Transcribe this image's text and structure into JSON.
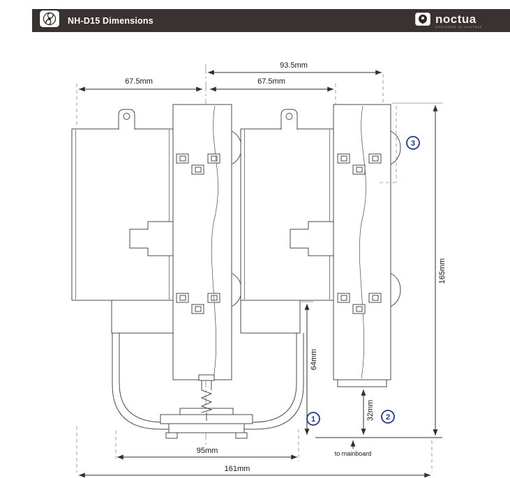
{
  "header": {
    "title": "NH-D15 Dimensions",
    "brand": {
      "name": "noctua",
      "tagline": "designed in austria"
    },
    "colors": {
      "bar": "#3a3230",
      "logo_text": "#f2efec"
    }
  },
  "diagram": {
    "type": "technical-dimension-drawing",
    "units": "mm",
    "dims": {
      "depth_with_fan": "93.5mm",
      "half_width_left": "67.5mm",
      "half_width_right": "67.5mm",
      "total_height": "165mm",
      "clearance_64": "64mm",
      "clearance_32": "32mm",
      "base_width": "95mm",
      "total_width": "161mm"
    },
    "callouts": {
      "c1": "1",
      "c2": "2",
      "c3": "3"
    },
    "note_to_mainboard": "to mainboard",
    "accent_color": "#1e3a8a",
    "line_color": "#4a4a4a"
  }
}
